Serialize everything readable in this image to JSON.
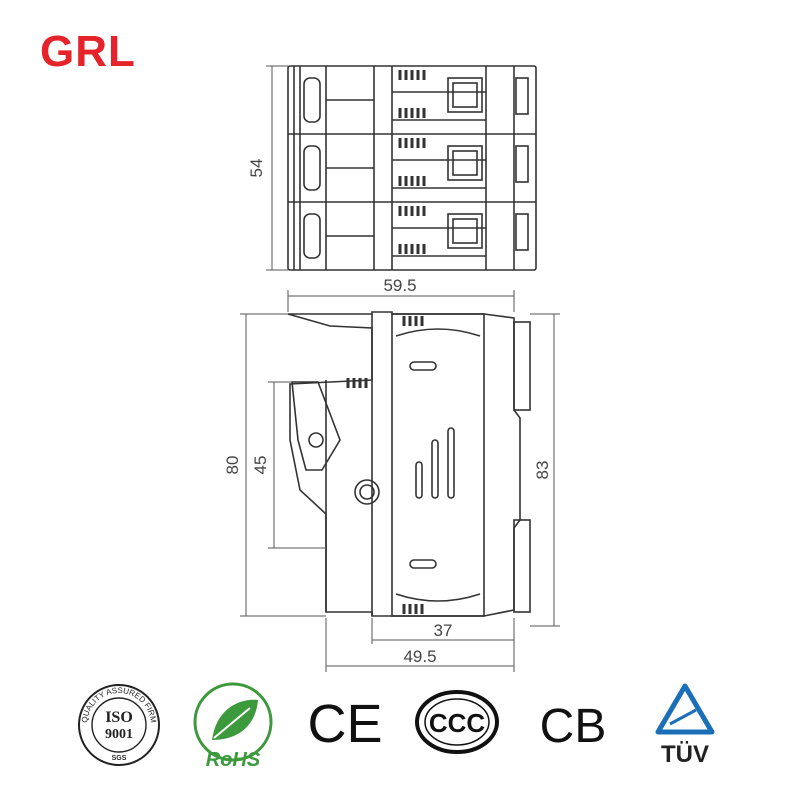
{
  "brand": {
    "name": "GRL",
    "color": "#e5232b"
  },
  "dimensions": {
    "top_height": "54",
    "width_top": "59.5",
    "height_total": "80",
    "height_inner": "45",
    "height_right": "83",
    "depth_inner": "37",
    "depth_total": "49.5"
  },
  "certifications": {
    "iso_main": "ISO",
    "iso_number": "9001",
    "iso_ring": "QUALITY ASSURED FIRM",
    "iso_sgs": "SGS",
    "rohs": "RoHS",
    "ce": "CE",
    "ccc": "CCC",
    "cb": "CB",
    "tuv": "TÜV"
  },
  "colors": {
    "line": "#333333",
    "dim_line": "#555555",
    "rohs_green": "#3c9a3c",
    "tuv_blue": "#1a6fb8"
  }
}
